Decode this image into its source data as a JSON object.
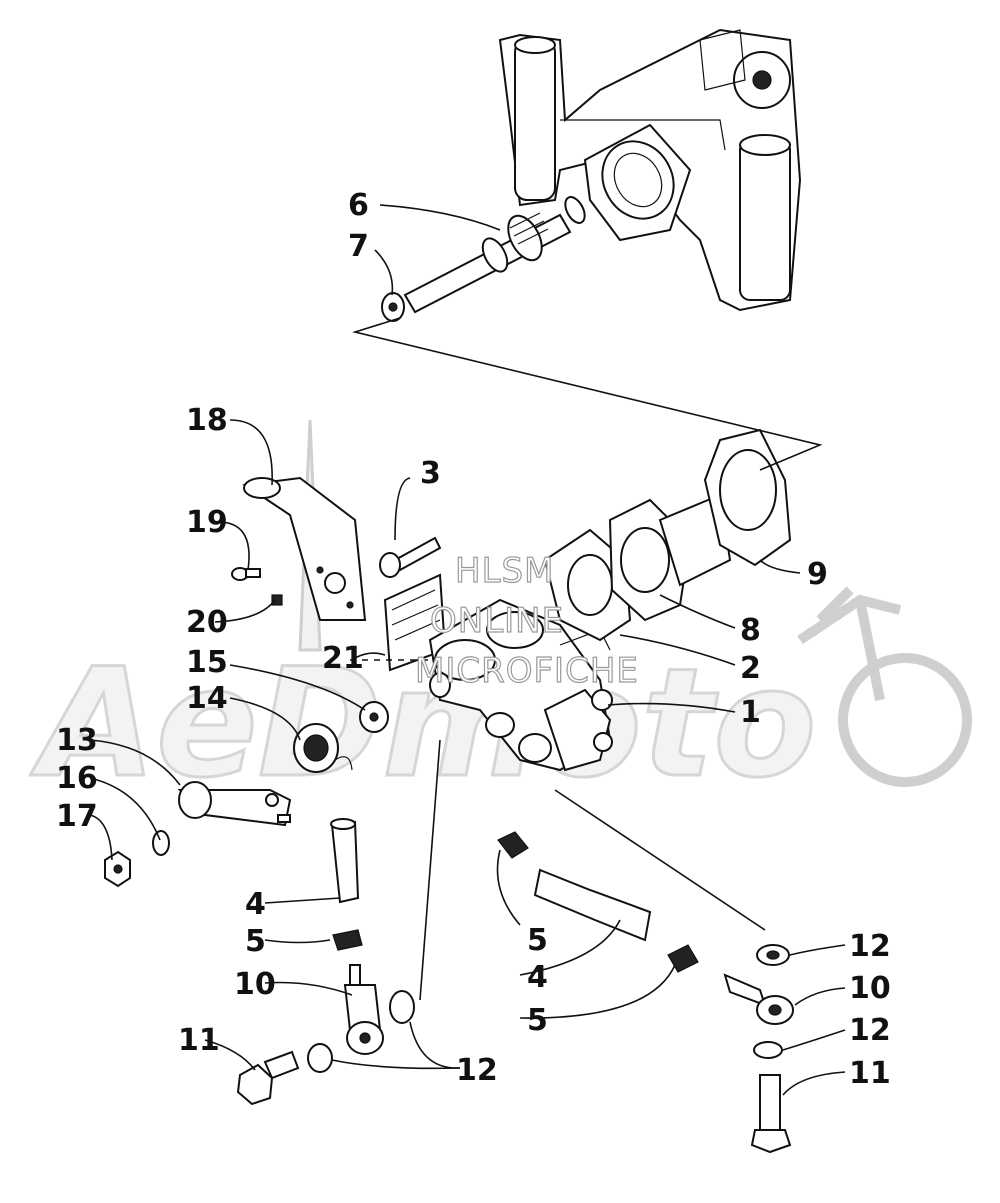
{
  "watermark": {
    "lines": [
      "HLSM",
      "ONLINE",
      "MICROFICHE"
    ],
    "logo_text": "AeDmoto"
  },
  "callouts": {
    "c1": "1",
    "c2": "2",
    "c3": "3",
    "c4a": "4",
    "c4b": "4",
    "c5a": "5",
    "c5b": "5",
    "c5c": "5",
    "c6": "6",
    "c7": "7",
    "c8": "8",
    "c9": "9",
    "c10a": "10",
    "c10b": "10",
    "c11a": "11",
    "c11b": "11",
    "c12a": "12",
    "c12b": "12",
    "c12c": "12",
    "c13": "13",
    "c14": "14",
    "c15": "15",
    "c16": "16",
    "c17": "17",
    "c18": "18",
    "c19": "19",
    "c20": "20",
    "c21": "21"
  }
}
